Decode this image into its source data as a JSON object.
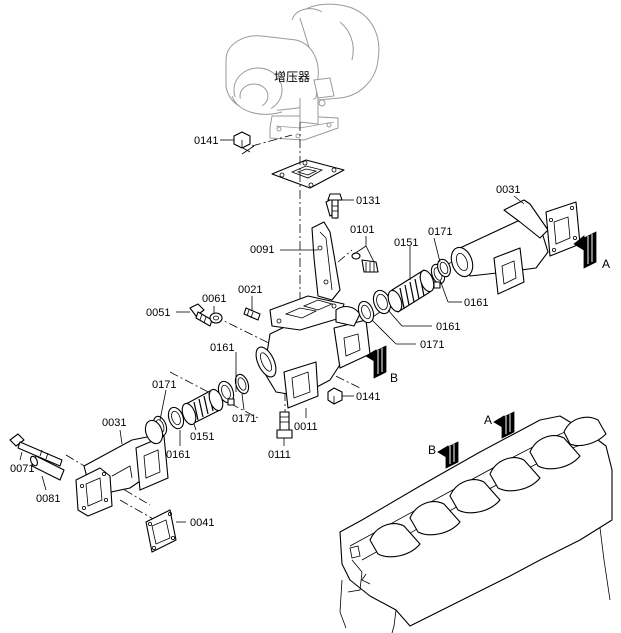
{
  "turbocharger_label": "增压器",
  "part_numbers": {
    "p0011": "0011",
    "p0021": "0021",
    "p0031_left": "0031",
    "p0031_right": "0031",
    "p0041": "0041",
    "p0051": "0051",
    "p0061": "0061",
    "p0071": "0071",
    "p0081": "0081",
    "p0091": "0091",
    "p0101": "0101",
    "p0111": "0111",
    "p0131": "0131",
    "p0141_top": "0141",
    "p0141_bottom": "0141",
    "p0151_left": "0151",
    "p0151_right": "0151",
    "p0161_left_a": "0161",
    "p0161_left_b": "0161",
    "p0161_right_a": "0161",
    "p0161_right_b": "0161",
    "p0171_left_a": "0171",
    "p0171_left_b": "0171",
    "p0171_right_a": "0171",
    "p0171_right_b": "0171"
  },
  "view_markers": {
    "a_main": "A",
    "b_main": "B",
    "a_engine": "A",
    "b_engine": "B"
  }
}
